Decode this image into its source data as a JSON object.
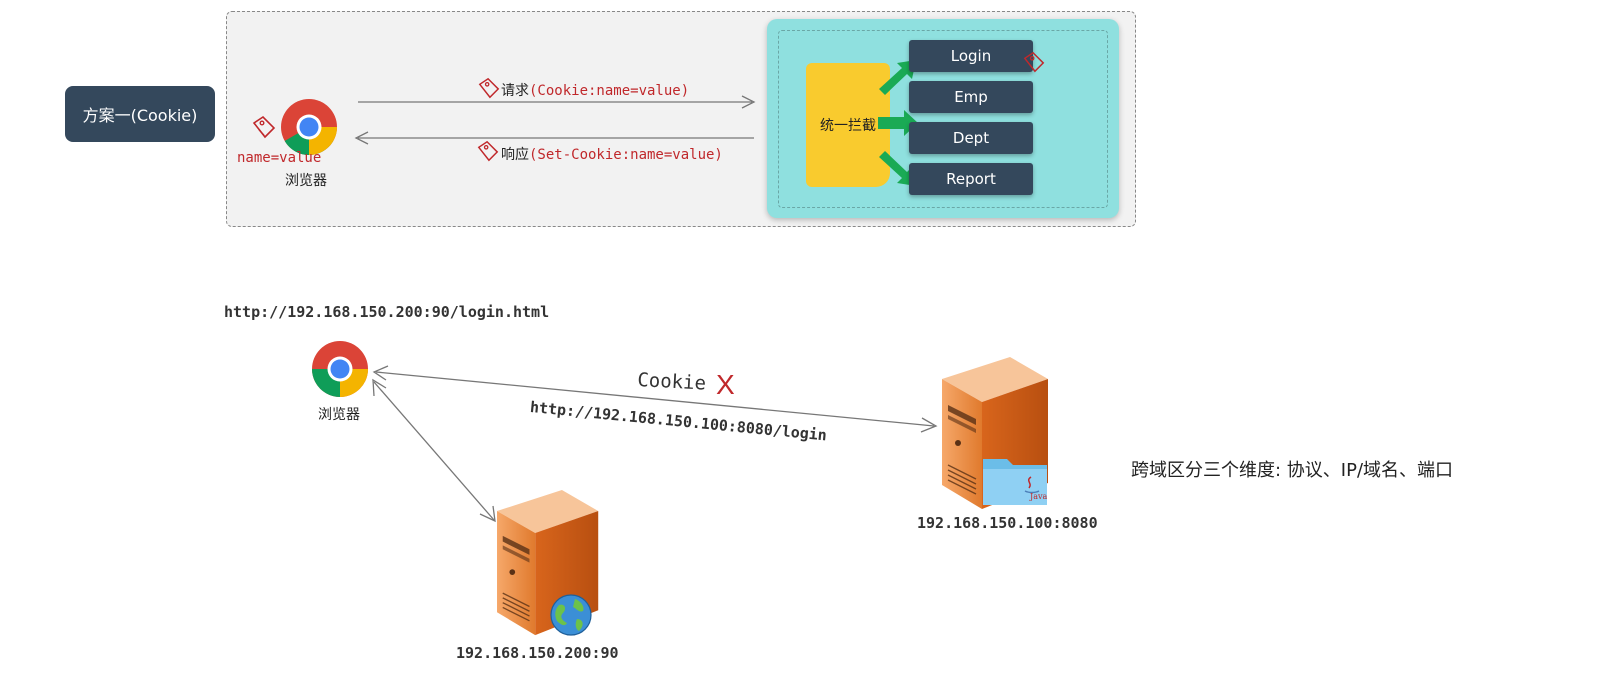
{
  "plan": {
    "label": "方案一(Cookie)"
  },
  "top": {
    "browser_label": "浏览器",
    "cookie_value": "name=value",
    "request_prefix": "请求",
    "request_detail": "(Cookie:name=value)",
    "response_prefix": "响应",
    "response_detail": "(Set-Cookie:name=value)",
    "interceptor": "统一拦截",
    "endpoints": [
      "Login",
      "Emp",
      "Dept",
      "Report"
    ]
  },
  "bottom": {
    "page_url": "http://192.168.150.200:90/login.html",
    "browser_label": "浏览器",
    "cookie_text": "Cookie",
    "cross_mark": "X",
    "request_url": "http://192.168.150.100:8080/login",
    "server_frontend": "192.168.150.200:90",
    "server_backend": "192.168.150.100:8080",
    "java_label": "Java",
    "cors_note": "跨域区分三个维度: 协议、IP/域名、端口"
  },
  "colors": {
    "badge_bg": "#34485c",
    "panel_bg": "#f2f2f2",
    "server_bg": "#8fe0df",
    "interceptor": "#f9cb2e",
    "arrow_green": "#1aaa55",
    "tag_red": "#c0282b",
    "server_orange": "#e07a2d"
  }
}
